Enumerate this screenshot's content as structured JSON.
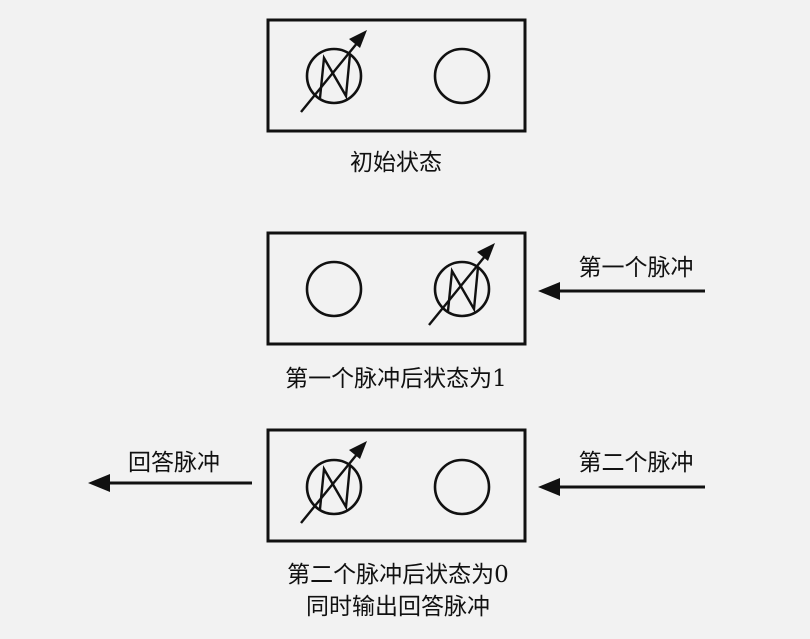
{
  "colors": {
    "background": "#f2f2f2",
    "ink": "#111111"
  },
  "panels": [
    {
      "caption_lines": [
        "初始状态"
      ],
      "magnetized": "left",
      "input_label": "",
      "output_label": ""
    },
    {
      "caption_lines": [
        "第一个脉冲后状态为1"
      ],
      "magnetized": "right",
      "input_label": "第一个脉冲",
      "output_label": ""
    },
    {
      "caption_lines": [
        "第二个脉冲后状态为0",
        "同时输出回答脉冲"
      ],
      "magnetized": "left",
      "input_label": "第二个脉冲",
      "output_label": "回答脉冲"
    }
  ],
  "icons": {
    "magnetized_core": "zigzag-arrow-circle-icon",
    "plain_core": "circle-icon"
  }
}
